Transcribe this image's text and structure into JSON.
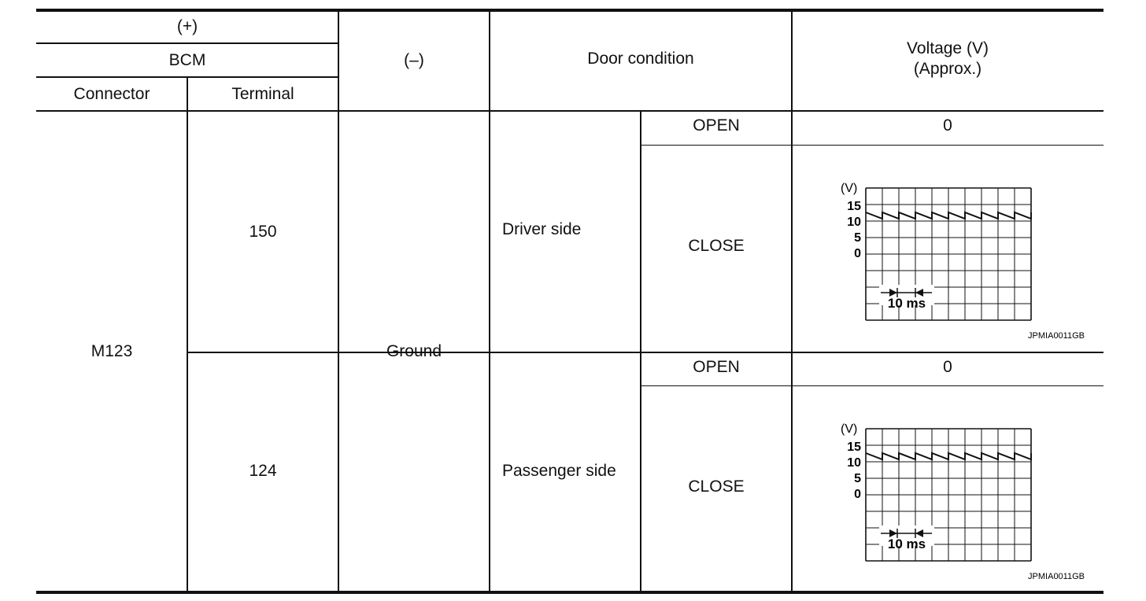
{
  "header": {
    "plus": "(+)",
    "bcm": "BCM",
    "connector": "Connector",
    "terminal": "Terminal",
    "minus": "(–)",
    "door_condition": "Door condition",
    "voltage": "Voltage (V)\n(Approx.)"
  },
  "rows": {
    "connector": "M123",
    "ground": "Ground",
    "driver": {
      "terminal": "150",
      "side": "Driver side",
      "open_label": "OPEN",
      "open_voltage": "0",
      "close_label": "CLOSE"
    },
    "passenger": {
      "terminal": "124",
      "side": "Passenger side",
      "open_label": "OPEN",
      "open_voltage": "0",
      "close_label": "CLOSE"
    }
  },
  "waveform": {
    "unit_label": "(V)",
    "y_ticks": [
      "15",
      "10",
      "5",
      "0"
    ],
    "time_label": "10 ms",
    "figure_id": "JPMIA0011GB"
  }
}
